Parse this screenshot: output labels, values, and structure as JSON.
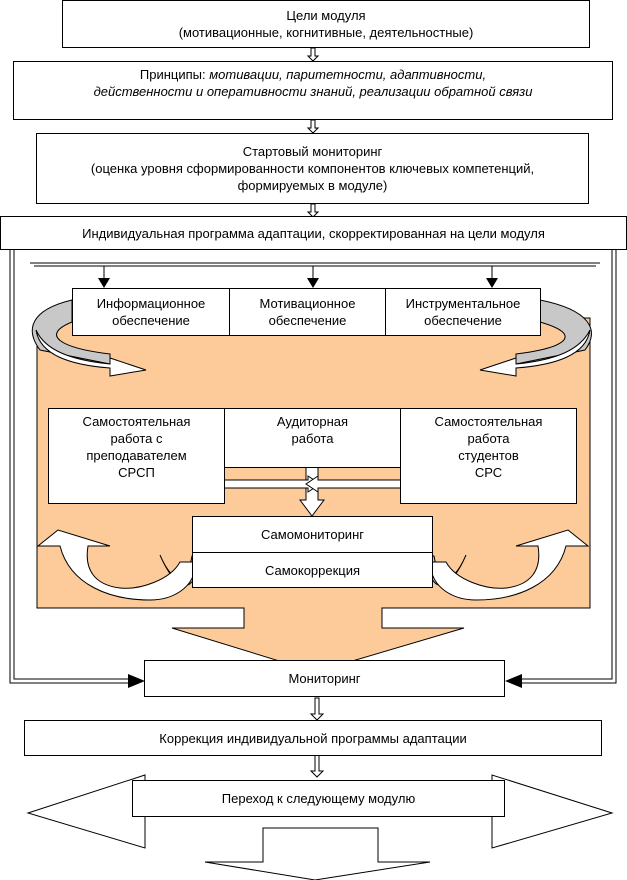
{
  "colors": {
    "fill_peach": "#fdcb9a",
    "fill_gray": "#c8c8c8",
    "stroke": "#000000",
    "box_fill": "#ffffff"
  },
  "goals": {
    "title": "Цели модуля",
    "subtitle": "(мотивационные, когнитивные, деятельностные)"
  },
  "principles": {
    "label": "Принципы:",
    "line1_italic": "мотивации,  паритетности, адаптивности,",
    "line2_italic": "действенности и оперативности знаний,  реализации обратной связи"
  },
  "start_monitoring": {
    "title": "Стартовый мониторинг",
    "line2": "(оценка уровня сформированности компонентов ключевых  компетенций,",
    "line3": "формируемых в модуле)"
  },
  "individual_program": "Индивидуальная  программа адаптации, скорректированная на цели модуля",
  "support": [
    {
      "line1": "Информационное",
      "line2": "обеспечение"
    },
    {
      "line1": "Мотивационное",
      "line2": "обеспечение"
    },
    {
      "line1": "Инструментальное",
      "line2": "обеспечение"
    }
  ],
  "work": [
    {
      "lines": [
        "Самостоятельная",
        "работа с",
        "преподавателем",
        "СРСП"
      ]
    },
    {
      "lines": [
        "Аудиторная",
        "работа"
      ]
    },
    {
      "lines": [
        "Самостоятельная",
        "работа",
        "студентов",
        "СРС"
      ]
    }
  ],
  "self_monitoring": "Самомониторинг",
  "self_correction": "Самокоррекция",
  "monitoring": "Мониторинг",
  "correction": "Коррекция индивидуальной программы адаптации",
  "next_module": "Переход к следующему модулю"
}
